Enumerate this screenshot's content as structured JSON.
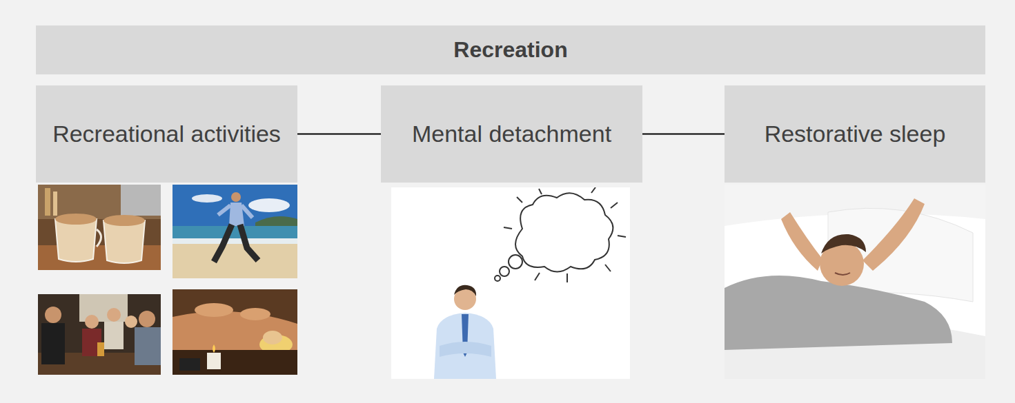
{
  "diagram": {
    "nodes": [
      {
        "text": [
          "Recreation"
        ]
      },
      {
        "text": [
          "Recreational activities"
        ]
      },
      {
        "text": [
          "Mental detachment"
        ]
      },
      {
        "text": [
          "Restorative sleep"
        ]
      }
    ],
    "edges": [
      {
        "from": 1,
        "to": 2,
        "arrow": "none"
      },
      {
        "from": 2,
        "to": 3,
        "arrow": "none"
      }
    ]
  }
}
